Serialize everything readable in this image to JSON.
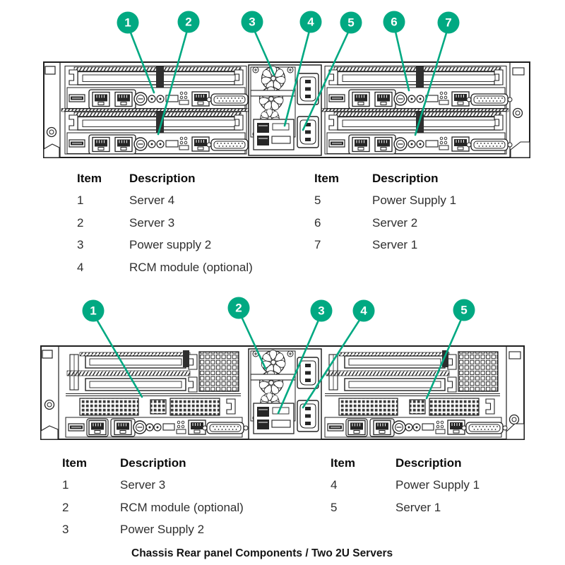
{
  "accent_color": "#01A982",
  "caption": "Chassis Rear panel Components / Two 2U Servers",
  "top_diagram": {
    "callouts": [
      "1",
      "2",
      "3",
      "4",
      "5",
      "6",
      "7"
    ],
    "tables": [
      {
        "headers": {
          "item": "Item",
          "description": "Description"
        },
        "rows": [
          {
            "item": "1",
            "description": "Server 4"
          },
          {
            "item": "2",
            "description": "Server 3"
          },
          {
            "item": "3",
            "description": "Power supply 2"
          },
          {
            "item": "4",
            "description": "RCM module (optional)"
          }
        ]
      },
      {
        "headers": {
          "item": "Item",
          "description": "Description"
        },
        "rows": [
          {
            "item": "5",
            "description": "Power Supply 1"
          },
          {
            "item": "6",
            "description": "Server 2"
          },
          {
            "item": "7",
            "description": "Server 1"
          }
        ]
      }
    ]
  },
  "bottom_diagram": {
    "callouts": [
      "1",
      "2",
      "3",
      "4",
      "5"
    ],
    "tables": [
      {
        "headers": {
          "item": "Item",
          "description": "Description"
        },
        "rows": [
          {
            "item": "1",
            "description": "Server 3"
          },
          {
            "item": "2",
            "description": "RCM module (optional)"
          },
          {
            "item": "3",
            "description": "Power Supply 2"
          }
        ]
      },
      {
        "headers": {
          "item": "Item",
          "description": "Description"
        },
        "rows": [
          {
            "item": "4",
            "description": "Power Supply 1"
          },
          {
            "item": "5",
            "description": "Server 1"
          }
        ]
      }
    ]
  }
}
